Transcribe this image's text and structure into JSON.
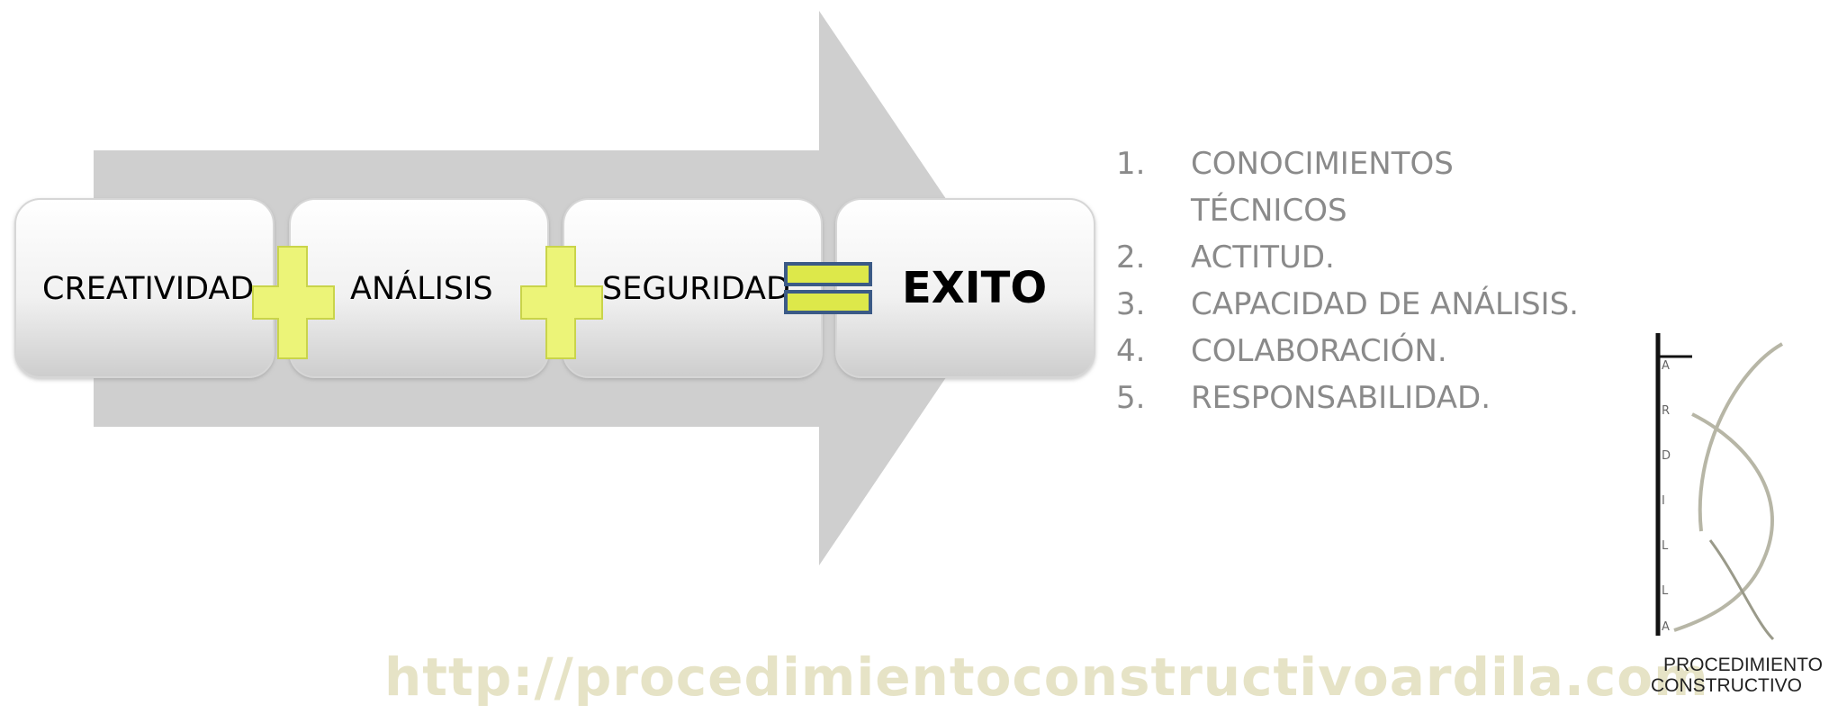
{
  "diagram": {
    "boxes": [
      {
        "label": "CREATIVIDAD"
      },
      {
        "label": "ANÁLISIS"
      },
      {
        "label": "SEGURIDAD"
      }
    ],
    "result": {
      "label": "EXITO"
    },
    "colors": {
      "arrow": "#cfcfcf",
      "plus_fill": "#ecf478",
      "plus_stroke": "#c9d44a",
      "equals_fill": "#dde84a",
      "equals_stroke": "#3b5a86",
      "box_top": "#ffffff",
      "box_bottom": "#cdcdcd"
    }
  },
  "list": {
    "items": [
      {
        "number": "1.",
        "text": "CONOCIMIENTOS TÉCNICOS"
      },
      {
        "number": "2.",
        "text": "ACTITUD."
      },
      {
        "number": "3.",
        "text": "CAPACIDAD DE ANÁLISIS."
      },
      {
        "number": "4.",
        "text": "COLABORACIÓN."
      },
      {
        "number": "5.",
        "text": "RESPONSABILIDAD."
      }
    ]
  },
  "watermark": {
    "url": "http://procedimientoconstructivoardila.com"
  },
  "logo": {
    "letters": [
      "A",
      "R",
      "D",
      "I",
      "L",
      "L",
      "A"
    ],
    "line1": "PROCEDIMIENTO",
    "line2": "CONSTRUCTIVO"
  }
}
